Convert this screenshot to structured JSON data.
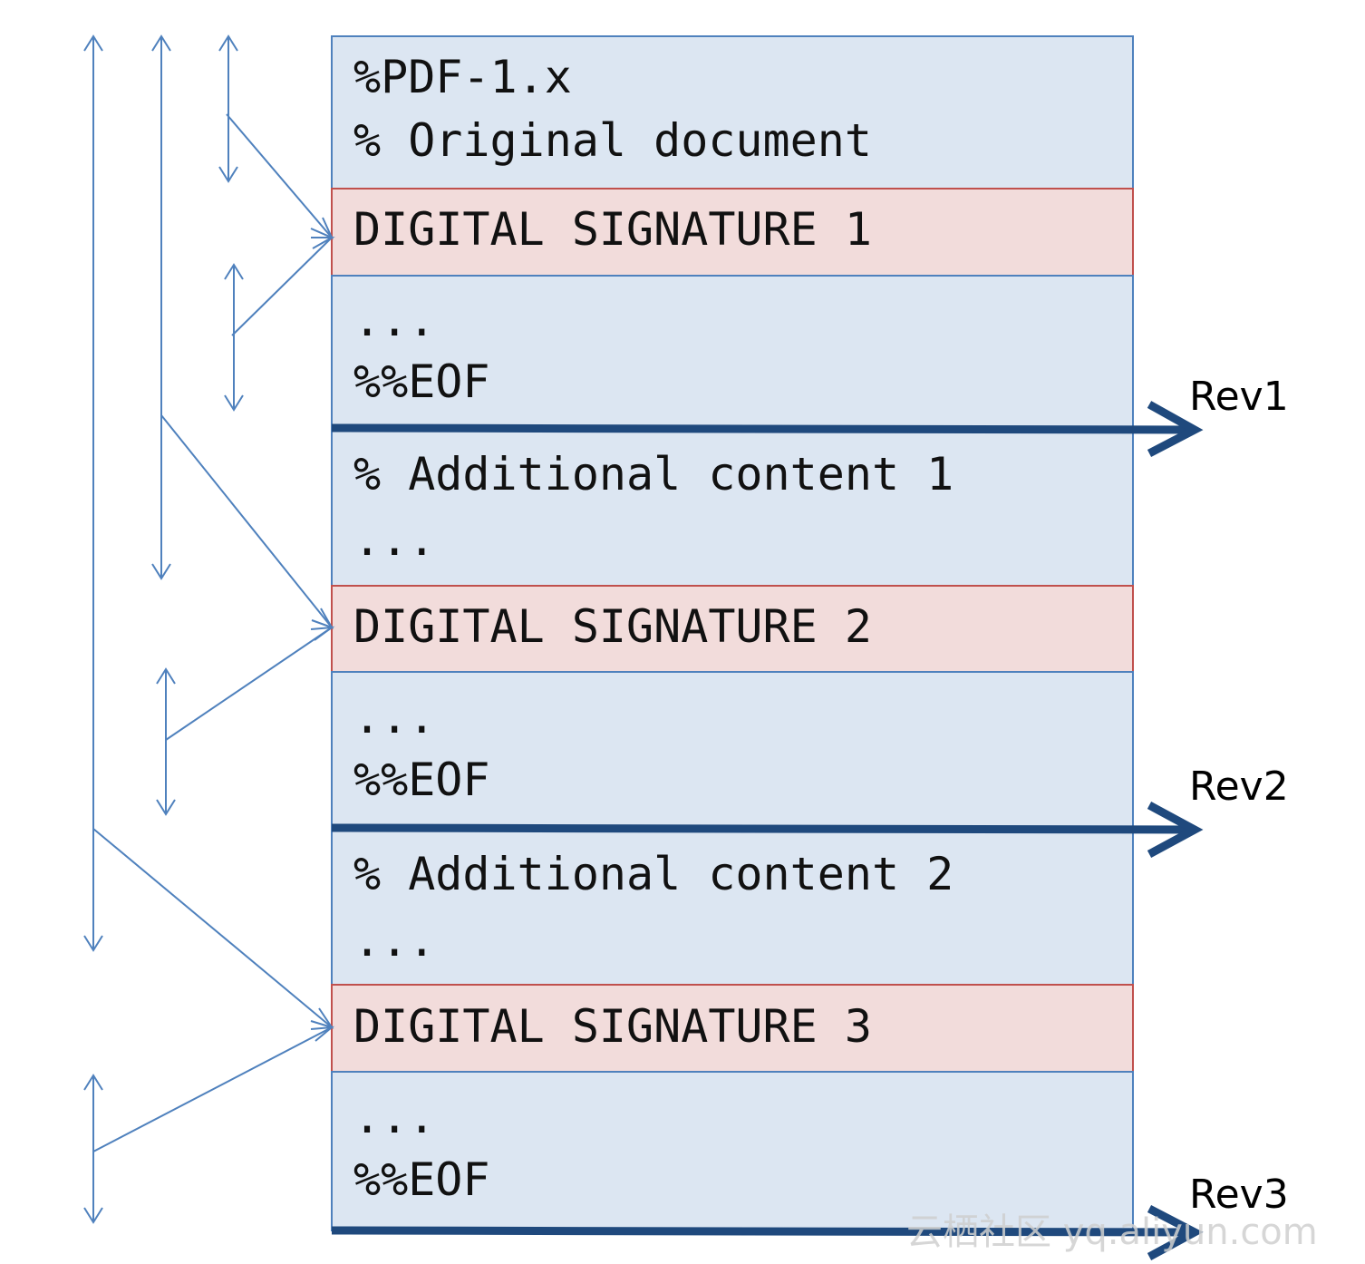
{
  "colors": {
    "content_fill": "#dce6f2",
    "content_border": "#4f81bd",
    "signature_fill": "#f2dcdb",
    "signature_border": "#c0504d",
    "range_arrow": "#4f81bd",
    "revision_arrow": "#1f497d"
  },
  "segments": {
    "header": {
      "line1": "%PDF-1.x",
      "line2": "% Original document"
    },
    "sig1": "DIGITAL SIGNATURE 1",
    "tail1": {
      "line1": "...",
      "line2": "%%EOF"
    },
    "add1": {
      "line1": "% Additional content 1",
      "line2": "..."
    },
    "sig2": "DIGITAL SIGNATURE 2",
    "tail2": {
      "line1": "...",
      "line2": "%%EOF"
    },
    "add2": {
      "line1": "% Additional content 2",
      "line2": "..."
    },
    "sig3": "DIGITAL SIGNATURE 3",
    "tail3": {
      "line1": "...",
      "line2": "%%EOF"
    }
  },
  "revisions": [
    "Rev1",
    "Rev2",
    "Rev3"
  ],
  "watermark": "云栖社区 yq.aliyun.com",
  "icons": {
    "range": "double-headed-arrow-icon",
    "pointer": "open-arrowhead-icon",
    "revision": "thick-arrow-icon"
  }
}
